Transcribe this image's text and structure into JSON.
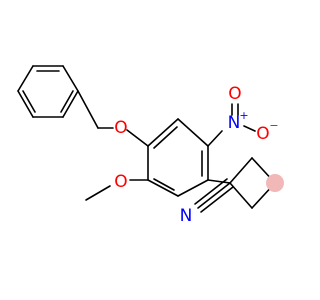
{
  "molecule": {
    "atoms": {
      "ether_oxygen": "O",
      "methoxy_oxygen": "O",
      "nitro_nitrogen": "N",
      "nitro_plus": "+",
      "nitro_oxygen_top": "O",
      "nitro_oxygen_right": "O",
      "nitro_minus": "−",
      "nitrile": "N"
    },
    "colors": {
      "bond": "#000000",
      "oxygen": "#ff0000",
      "nitrogen": "#0000ff",
      "carbon_highlight": "#f2b8b8"
    }
  }
}
